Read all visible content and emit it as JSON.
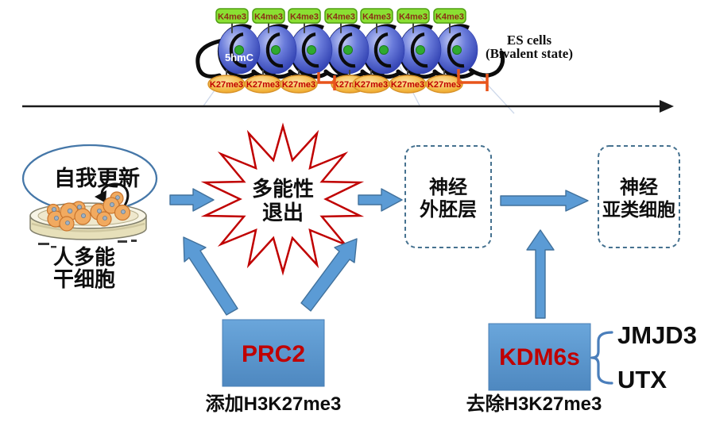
{
  "chromatin_panel": {
    "histone_mark_top": "K4me3",
    "histone_mark_bottom": "K27me3",
    "dna_mark_5hmc": "5hmC",
    "cell_state_line1": "ES cells",
    "cell_state_line2": "(Bivalent state)"
  },
  "pathway": {
    "self_renewal_label": "自我更新",
    "stem_cell_line1": "人多能",
    "stem_cell_line2": "干细胞",
    "exit_line1": "多能性",
    "exit_line2": "退出",
    "neuroectoderm_line1": "神经",
    "neuroectoderm_line2": "外胚层",
    "neural_subtype_line1": "神经",
    "neural_subtype_line2": "亚类细胞"
  },
  "regulators": {
    "prc2_label": "PRC2",
    "prc2_caption": "添加H3K27me3",
    "kdm6s_label": "KDM6s",
    "kdm6s_caption": "去除H3K27me3",
    "kdm6s_members": [
      "JMJD3",
      "UTX"
    ]
  },
  "colors": {
    "arrow_blue": "#5b9bd5",
    "arrow_border": "#41719c",
    "regulator_box_blue": "#5b9bd5",
    "regulator_text_red": "#c00000",
    "starburst_red": "#c00000",
    "dashed_box_border": "#45718f",
    "k4me3_green": "#8ae032",
    "k27me3_orange": "#f5b942",
    "inhibition_orange": "#e8541b",
    "nucleosome_blue": "#4a5cc8",
    "ellipse_outline_blue": "#4577a8"
  }
}
